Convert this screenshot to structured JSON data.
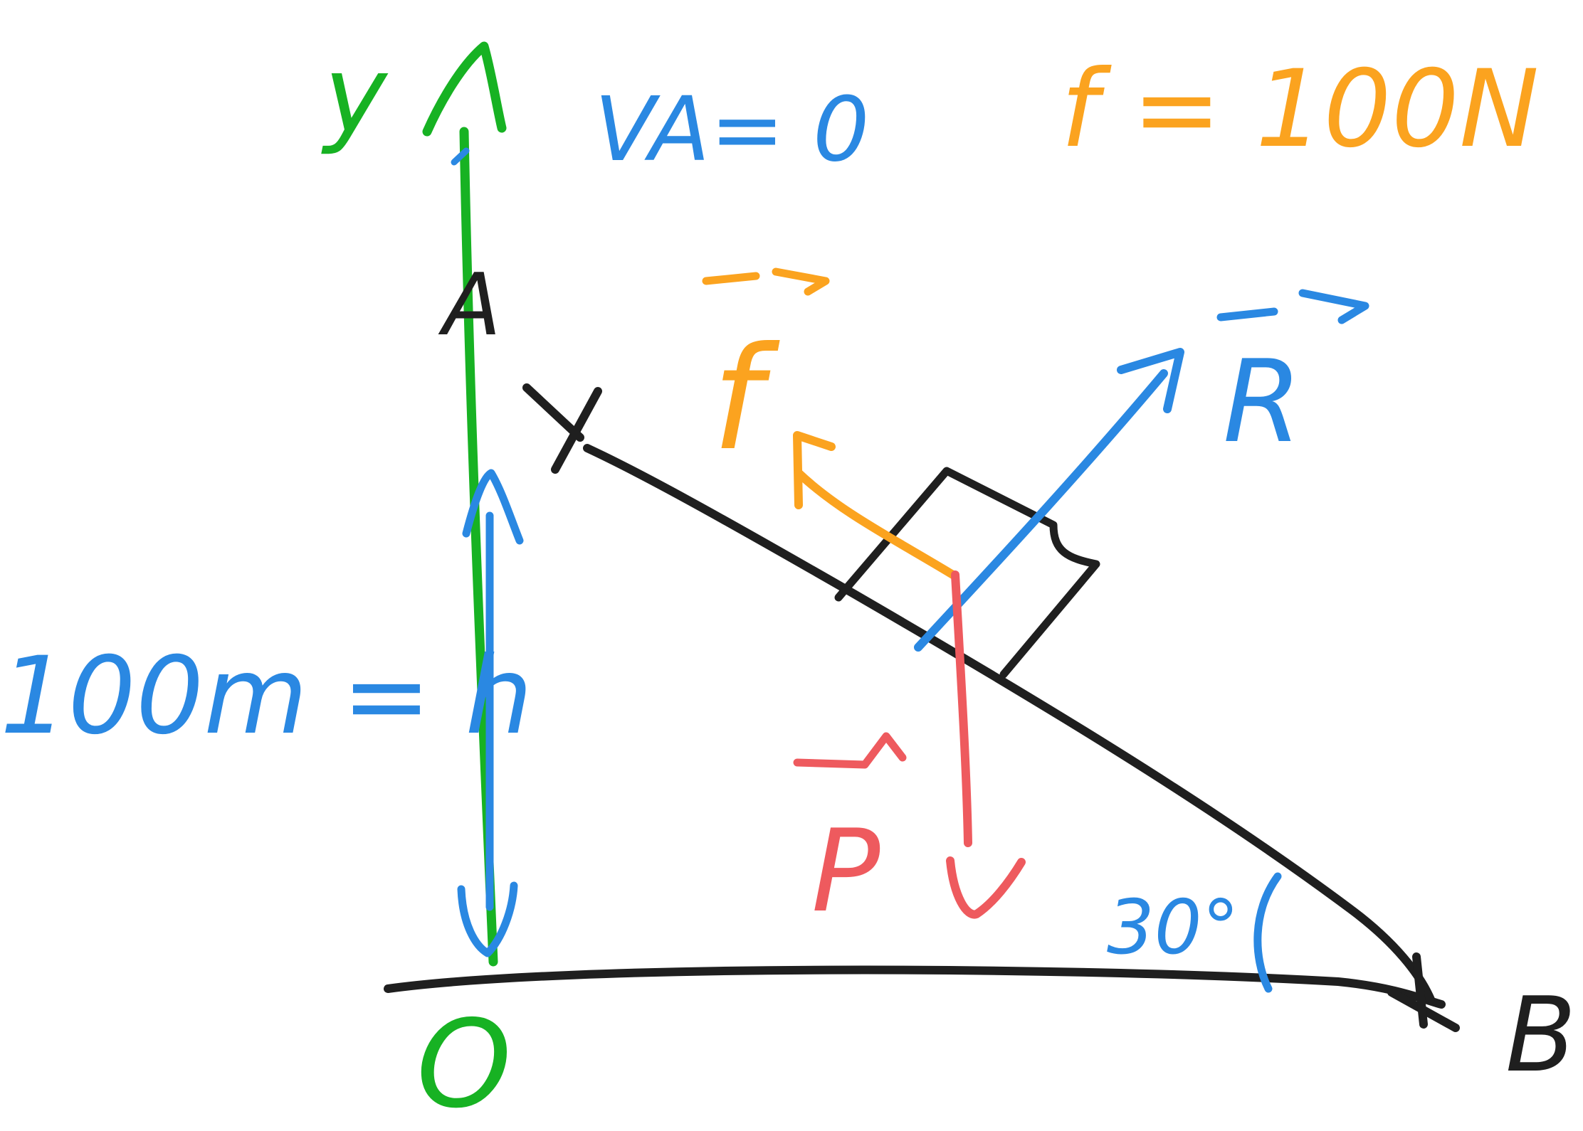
{
  "colors": {
    "black": "#1f1f1f",
    "green": "#17b223",
    "blue": "#2a88e2",
    "orange": "#fba31f",
    "red": "#ee5a5e"
  },
  "labels": {
    "y_axis": "y",
    "origin": "O",
    "point_a": "A",
    "point_b": "B",
    "va_text": "VA= 0",
    "friction_value": "f = 100N",
    "height_text": "100m = h",
    "angle": "30°",
    "vec_f": "f",
    "vec_r": "R",
    "vec_p": "P"
  }
}
